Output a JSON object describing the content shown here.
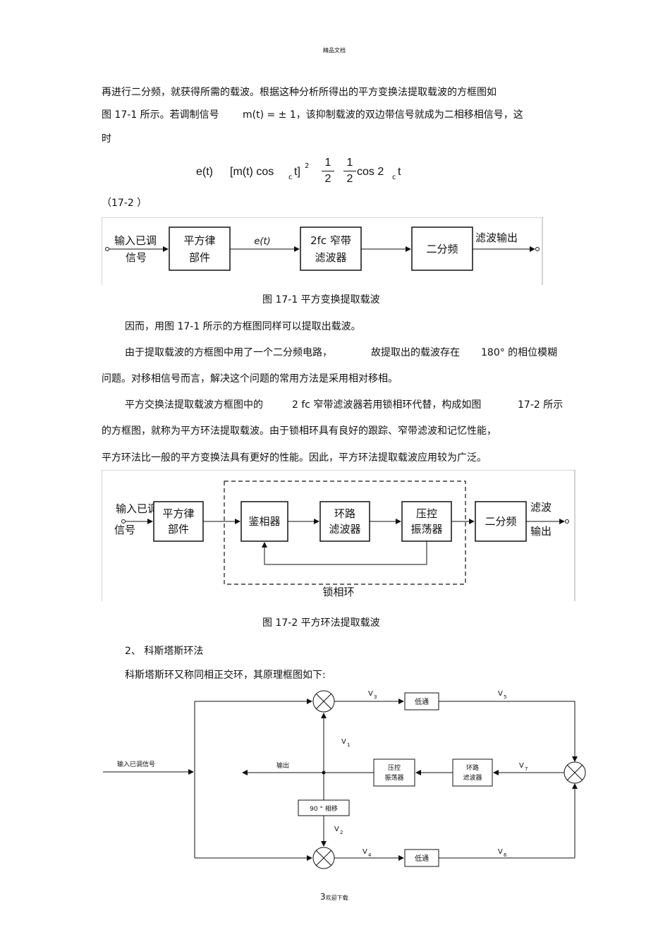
{
  "header": "精品文档",
  "para1": {
    "line1": "再进行二分频，就获得所需的载波。根据这种分析所得出的平方变换法提取载波的方框图如",
    "line2a": "图 17-1 所示。若调制信号",
    "line2b": "m(t) = ± 1，该抑制载波的双边带信号就成为二相移相信号，这",
    "line3": "时"
  },
  "formula": {
    "lhs": "e(t)",
    "expr": "[m(t) cos",
    "sub_c1": "c",
    "t_sq": "t]",
    "exp2": "2",
    "frac1_num": "1",
    "frac1_den": "2",
    "frac2_num": "1",
    "frac2_den": "2",
    "tail": "cos 2",
    "sub_c2": "c",
    "tail_t": "t",
    "eq_number": "（17-2 ）"
  },
  "fig1": {
    "input_line1": "输入已调",
    "input_line2": "信号",
    "box1_line1": "平方律",
    "box1_line2": "部件",
    "signal": "e(t)",
    "box2_line1": "2fc 窄带",
    "box2_line2": "滤波器",
    "box3": "二分频",
    "output": "滤波输出",
    "caption": "图 17-1     平方变换提取载波"
  },
  "para2": "因而，用图 17-1 所示的方框图同样可以提取出载波。",
  "para3": {
    "line1a": "由于提取载波的方框图中用了一个二分频电路，",
    "line1b": "故提取出的载波存在",
    "line1c": "180°  的相位模糊",
    "line2": "问题。对移相信号而言，解决这个问题的常用方法是采用相对移相。"
  },
  "para4": {
    "line1a": "平方交换法提取载波方框图中的",
    "line1b": "2 fc 窄带滤波器若用锁相环代替，构成如图",
    "line1c": "17-2  所示",
    "line2": "的方框图，就称为平方环法提取载波。由于锁相环具有良好的跟踪、窄带滤波和记忆性能，",
    "line3": "平方环法比一般的平方变换法具有更好的性能。因此，平方环法提取载波应用较为广泛。"
  },
  "fig2": {
    "input_line1": "输入已调",
    "input_line2": "信号",
    "box1_line1": "平方律",
    "box1_line2": "部件",
    "box2": "鉴相器",
    "box3_line1": "环路",
    "box3_line2": "滤波器",
    "box4_line1": "压控",
    "box4_line2": "振荡器",
    "box5": "二分频",
    "output_line1": "滤波",
    "output_line2": "输出",
    "pll_label": "锁相环",
    "caption": "图 17-2     平方环法提取载波"
  },
  "section": {
    "heading": "2、  科斯塔斯环法",
    "intro": "科斯塔斯环又称同相正交环，其原理框图如下:"
  },
  "fig3": {
    "input": "输入已调信号",
    "output": "输出",
    "lpf_top": "低通",
    "lpf_bottom": "低通",
    "vco_line1": "压控",
    "vco_line2": "振荡器",
    "loop_line1": "环路",
    "loop_line2": "滤波器",
    "shift": "90 °  相移",
    "v1": "V",
    "v1s": "1",
    "v2": "V",
    "v2s": "2",
    "v3": "V",
    "v3s": "3",
    "v4": "V",
    "v4s": "4",
    "v5": "V",
    "v5s": "5",
    "v6": "V",
    "v6s": "6",
    "v7": "V",
    "v7s": "7"
  },
  "footer": {
    "page": "3",
    "text": "欢迎下载"
  }
}
